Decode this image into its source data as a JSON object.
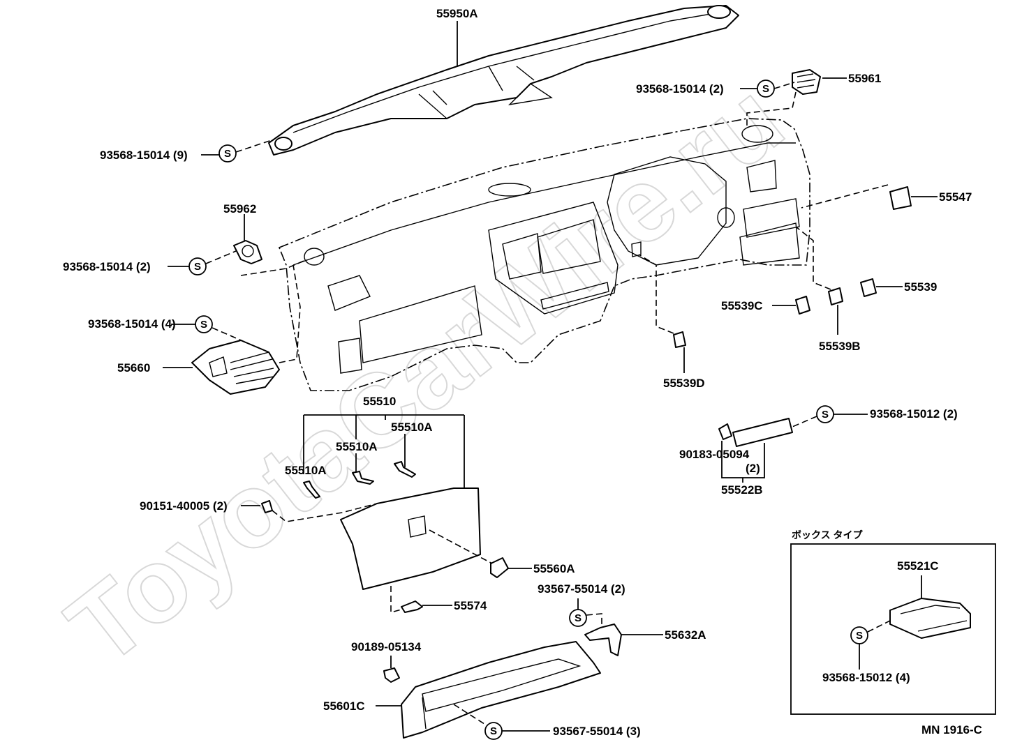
{
  "watermark": "ToyotaCarWire.ru",
  "drawing_code": "MN 1916-C",
  "inset_title": "ボックス タイプ",
  "s_symbol": "S",
  "labels": {
    "p55950A": "55950A",
    "p93568_9": "93568-15014 (9)",
    "p93568_2a": "93568-15014 (2)",
    "p55961": "55961",
    "p55962": "55962",
    "p93568_2b": "93568-15014 (2)",
    "p93568_4": "93568-15014 (4)",
    "p55660": "55660",
    "p55547": "55547",
    "p55539": "55539",
    "p55539C": "55539C",
    "p55539B": "55539B",
    "p55539D": "55539D",
    "p55510": "55510",
    "p55510A_1": "55510A",
    "p55510A_2": "55510A",
    "p55510A_3": "55510A",
    "p90151": "90151-40005 (2)",
    "p55560A": "55560A",
    "p55574": "55574",
    "p93567_2": "93567-55014 (2)",
    "p55632A": "55632A",
    "p90189": "90189-05134",
    "p55601C": "55601C",
    "p93567_3": "93567-55014 (3)",
    "p93568_12_2": "93568-15012 (2)",
    "p90183": "90183-05094",
    "p90183_qty": "(2)",
    "p55522B": "55522B",
    "p55521C": "55521C",
    "p93568_12_4": "93568-15012 (4)"
  }
}
